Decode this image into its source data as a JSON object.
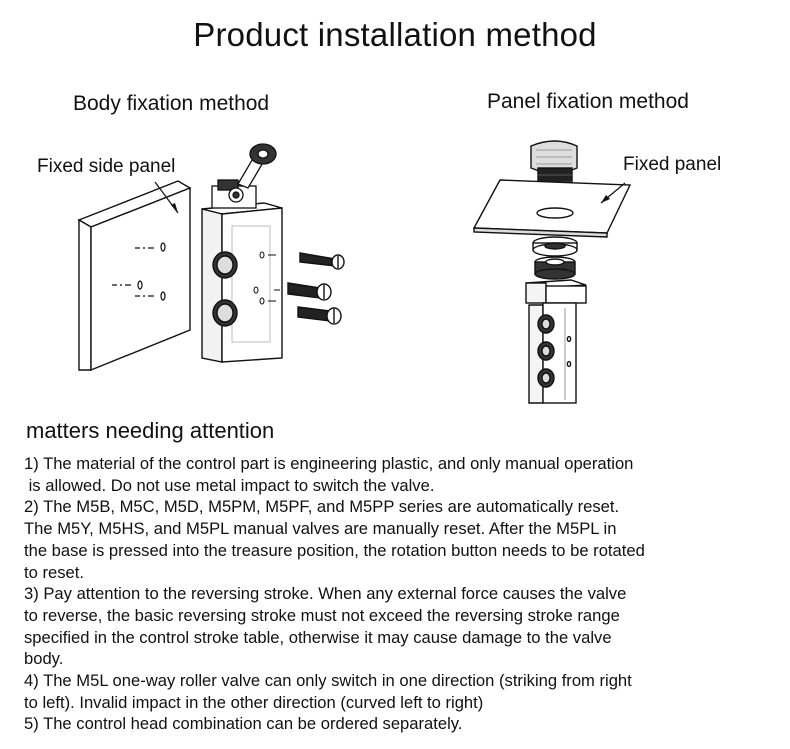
{
  "title": "Product installation method",
  "left_diagram": {
    "heading": "Body fixation method",
    "callout": "Fixed side panel"
  },
  "right_diagram": {
    "heading": "Panel fixation method",
    "callout": "Fixed panel"
  },
  "attention": {
    "heading": "matters needing attention",
    "items": [
      "1) The material of the control part is engineering plastic, and only manual operation\n is allowed. Do not use metal impact to switch the valve.",
      "2) The M5B, M5C, M5D, M5PM, M5PF, and M5PP series are automatically reset.\nThe M5Y, M5HS, and M5PL manual valves are manually reset. After the M5PL in\nthe base is pressed into the treasure position, the rotation button needs to be rotated\nto reset.",
      "3) Pay attention to the reversing stroke. When any external force causes the valve\nto reverse, the basic reversing stroke must not exceed the reversing stroke range\nspecified in the control stroke table, otherwise it may cause damage to the valve\nbody.",
      "4) The M5L one-way roller valve can only switch in one direction (striking from right\nto left). Invalid impact in the other direction (curved left to right)",
      "5) The control head combination can be ordered separately."
    ]
  }
}
